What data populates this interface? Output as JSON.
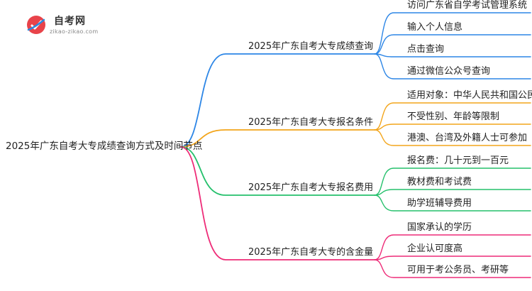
{
  "logo": {
    "name": "自考网",
    "domain": "zikao-zikao.com",
    "colors": {
      "red": "#e8434a",
      "blue": "#2a8ae0",
      "text": "#333333"
    }
  },
  "mindmap": {
    "root": "2025年广东自考大专成绩查询方式及时间节点",
    "branches": [
      {
        "label": "2025年广东自考大专成绩查询",
        "color": "#2d86e6",
        "items": [
          "访问广东省自学考试管理系统",
          "输入个人信息",
          "点击查询",
          "通过微信公众号查询"
        ]
      },
      {
        "label": "2025年广东自考大专报名条件",
        "color": "#f3a51b",
        "items": [
          "适用对象：中华人民共和国公民",
          "不受性别、年龄等限制",
          "港澳、台湾及外籍人士可参加"
        ]
      },
      {
        "label": "2025年广东自考大专报名费用",
        "color": "#25c06c",
        "items": [
          "报名费：几十元到一百元",
          "教材费和考试费",
          "助学班辅导费用"
        ]
      },
      {
        "label": "2025年广东自考大专的含金量",
        "color": "#ee2c78",
        "items": [
          "国家承认的学历",
          "企业认可度高",
          "可用于考公务员、考研等"
        ]
      }
    ]
  }
}
